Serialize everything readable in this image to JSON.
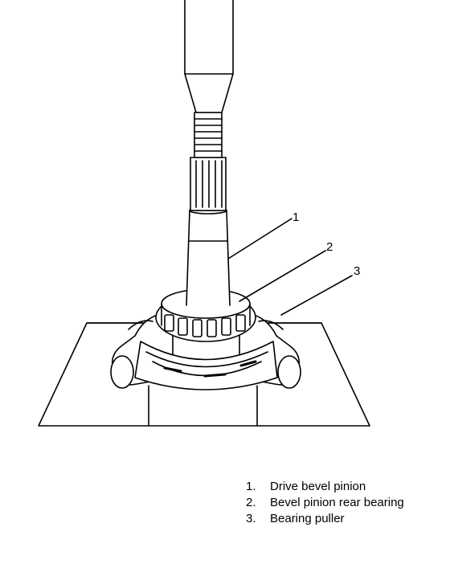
{
  "callouts": [
    "1",
    "2",
    "3"
  ],
  "legend": [
    {
      "number": "1.",
      "text": "Drive bevel pinion"
    },
    {
      "number": "2.",
      "text": "Bevel pinion rear bearing"
    },
    {
      "number": "3.",
      "text": "Bearing puller"
    }
  ],
  "colors": {
    "ink": "#000000",
    "paper": "#ffffff"
  }
}
